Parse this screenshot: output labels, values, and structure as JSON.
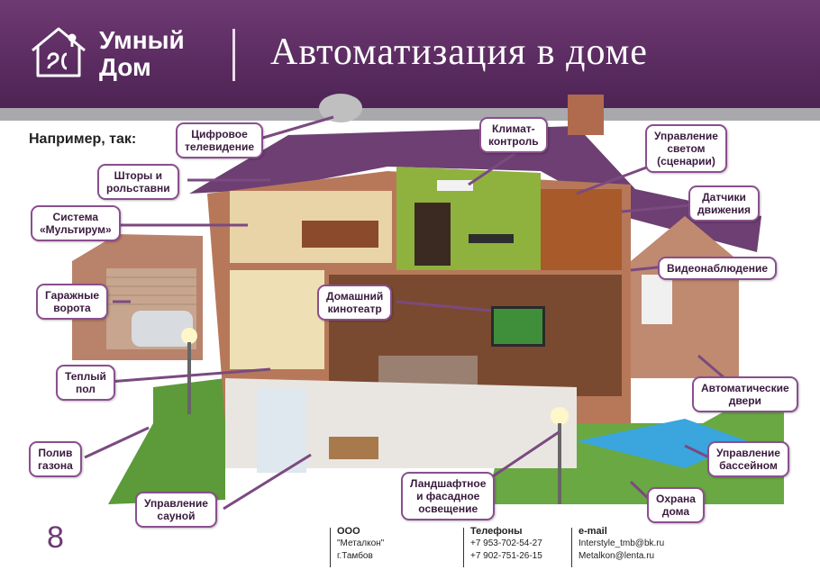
{
  "header": {
    "logo_line1": "Умный",
    "logo_line2": "Дом",
    "title": "Автоматизация в доме"
  },
  "intro": "Например, так:",
  "labels": {
    "tv": "Цифровое\nтелевидение",
    "climate": "Климат-\nконтроль",
    "light": "Управление\nсветом\n(сценарии)",
    "blinds": "Шторы и\nрольставни",
    "motion": "Датчики\nдвижения",
    "multiroom": "Система\n«Мультирум»",
    "video": "Видеонаблюдение",
    "garage": "Гаражные\nворота",
    "cinema": "Домашний\nкинотеатр",
    "floor": "Теплый\nпол",
    "doors": "Автоматические\nдвери",
    "lawn": "Полив\nгазона",
    "pool": "Управление\nбассейном",
    "landscape": "Ландшафтное\nи фасадное\nосвещение",
    "security": "Охрана\nдома",
    "sauna": "Управление\nсауной"
  },
  "footer": {
    "page": "8",
    "company_h": "ООО",
    "company_1": "\"Металкон\"",
    "company_2": "г.Тамбов",
    "phones_h": "Телефоны",
    "phone_1": "+7 953-702-54-27",
    "phone_2": "+7 902-751-26-15",
    "email_h": "e-mail",
    "email_1": "Interstyle_tmb@bk.ru",
    "email_2": "Metalkon@lenta.ru"
  },
  "colors": {
    "brand": "#5a2b60",
    "label_border": "#8a4f8e"
  }
}
